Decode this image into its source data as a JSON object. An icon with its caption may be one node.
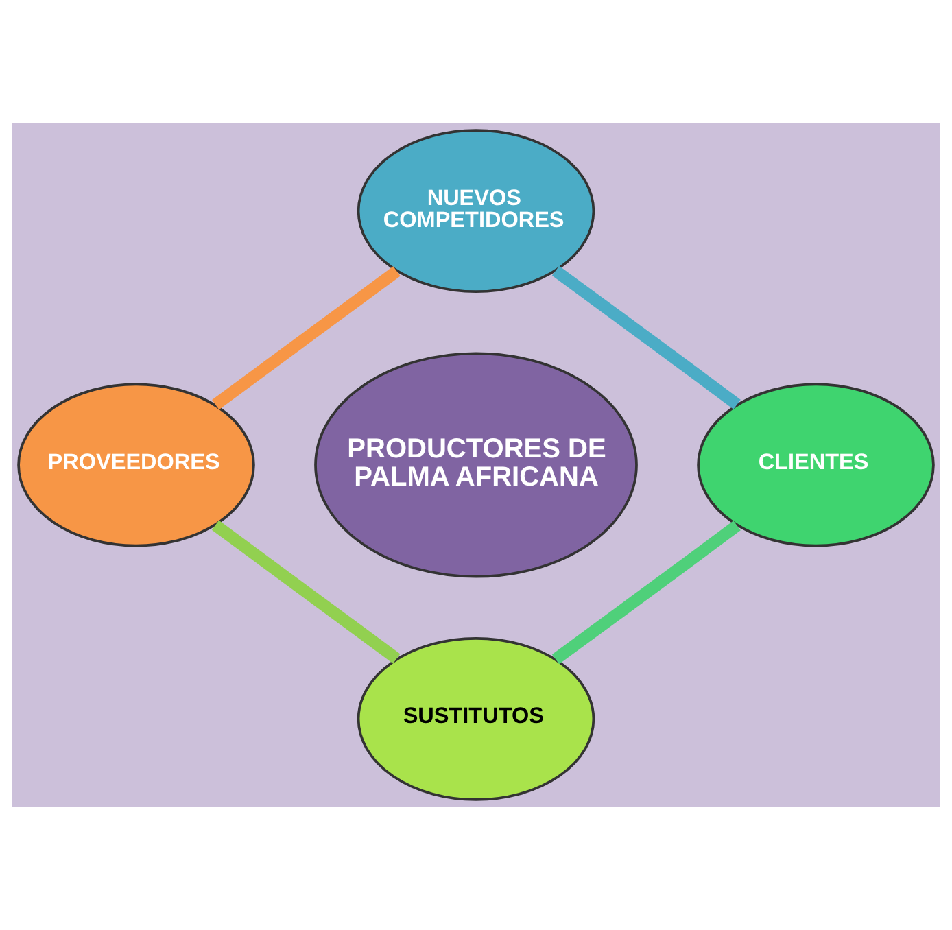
{
  "diagram": {
    "nodes": [
      {
        "text": [
          "NUEVOS COMPETIDORES"
        ]
      },
      {
        "text": [
          "PROVEEDORES"
        ]
      },
      {
        "text": [
          "PRODUCTORES DE PALMA AFRICANA"
        ]
      },
      {
        "text": [
          "CLIENTES"
        ]
      },
      {
        "text": [
          "SUSTITUTOS"
        ]
      }
    ],
    "edges": [
      {
        "from": 0,
        "to": 3,
        "arrow": "none",
        "color": "#4bacc6"
      },
      {
        "from": 3,
        "to": 4,
        "arrow": "none",
        "color": "#4fd07a"
      },
      {
        "from": 4,
        "to": 1,
        "arrow": "none",
        "color": "#92d050"
      },
      {
        "from": 1,
        "to": 0,
        "arrow": "none",
        "color": "#f79646"
      }
    ]
  }
}
